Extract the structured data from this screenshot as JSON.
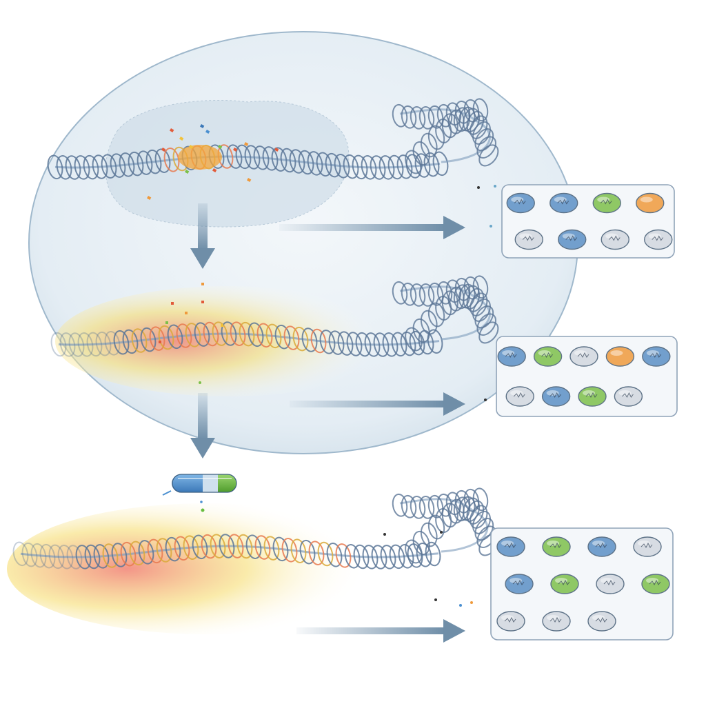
{
  "colors": {
    "background": "#ffffff",
    "cell": "#dfe9f1",
    "cell_edge": "#9fb8cc",
    "nucleus": "#cfdde8",
    "dna": "#7f9cbd",
    "dna_dark": "#5b7696",
    "arrow": "#6f8ea8",
    "damage_red": "#f07a6a",
    "damage_yellow": "#f6dd72",
    "protein_blue": "#5b8fc4",
    "protein_green": "#7cc04a",
    "protein_orange": "#ef9a3c",
    "protein_gray": "#b9c2cc",
    "panel_fill": "#f4f7fa",
    "panel_edge": "#8fa3b8",
    "capsule_blue": "#4a8fd0",
    "capsule_green": "#69bd3f",
    "capsule_band": "#cfe0ee"
  },
  "stages": [
    {
      "id": "stage-1",
      "damage": "localized",
      "proteins": [
        {
          "kind": "blue"
        },
        {
          "kind": "blue"
        },
        {
          "kind": "green"
        },
        {
          "kind": "orange"
        },
        {
          "kind": "gray"
        },
        {
          "kind": "blue"
        },
        {
          "kind": "gray"
        },
        {
          "kind": "gray"
        }
      ]
    },
    {
      "id": "stage-2",
      "damage": "spreading",
      "proteins": [
        {
          "kind": "blue"
        },
        {
          "kind": "green"
        },
        {
          "kind": "gray"
        },
        {
          "kind": "orange"
        },
        {
          "kind": "blue"
        },
        {
          "kind": "gray"
        },
        {
          "kind": "blue"
        },
        {
          "kind": "green"
        },
        {
          "kind": "gray"
        }
      ]
    },
    {
      "id": "stage-3",
      "damage": "extensive",
      "treatment": "capsule",
      "proteins": [
        {
          "kind": "blue"
        },
        {
          "kind": "green"
        },
        {
          "kind": "blue"
        },
        {
          "kind": "gray"
        },
        {
          "kind": "blue"
        },
        {
          "kind": "green"
        },
        {
          "kind": "gray"
        },
        {
          "kind": "green"
        },
        {
          "kind": "gray"
        },
        {
          "kind": "gray"
        },
        {
          "kind": "gray"
        }
      ]
    }
  ]
}
